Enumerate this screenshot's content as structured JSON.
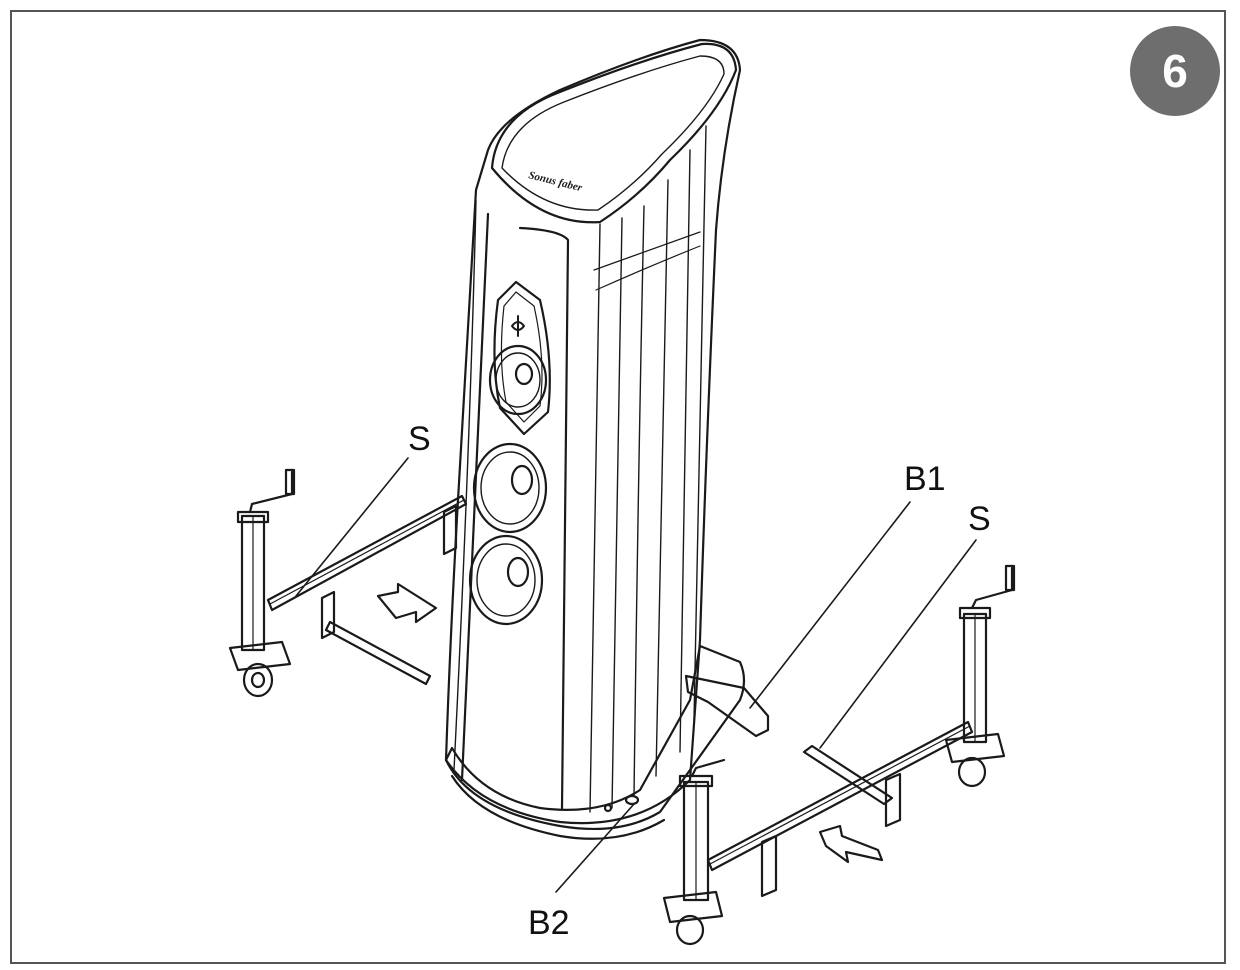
{
  "step": {
    "number": "6"
  },
  "speaker": {
    "top_logo_text": "Sonus faber"
  },
  "callouts": {
    "s_left": "S",
    "s_right": "S",
    "b1": "B1",
    "b2": "B2"
  },
  "colors": {
    "line": "#1a1a1a",
    "badge": "#6e6e6e",
    "frame": "#555555"
  }
}
